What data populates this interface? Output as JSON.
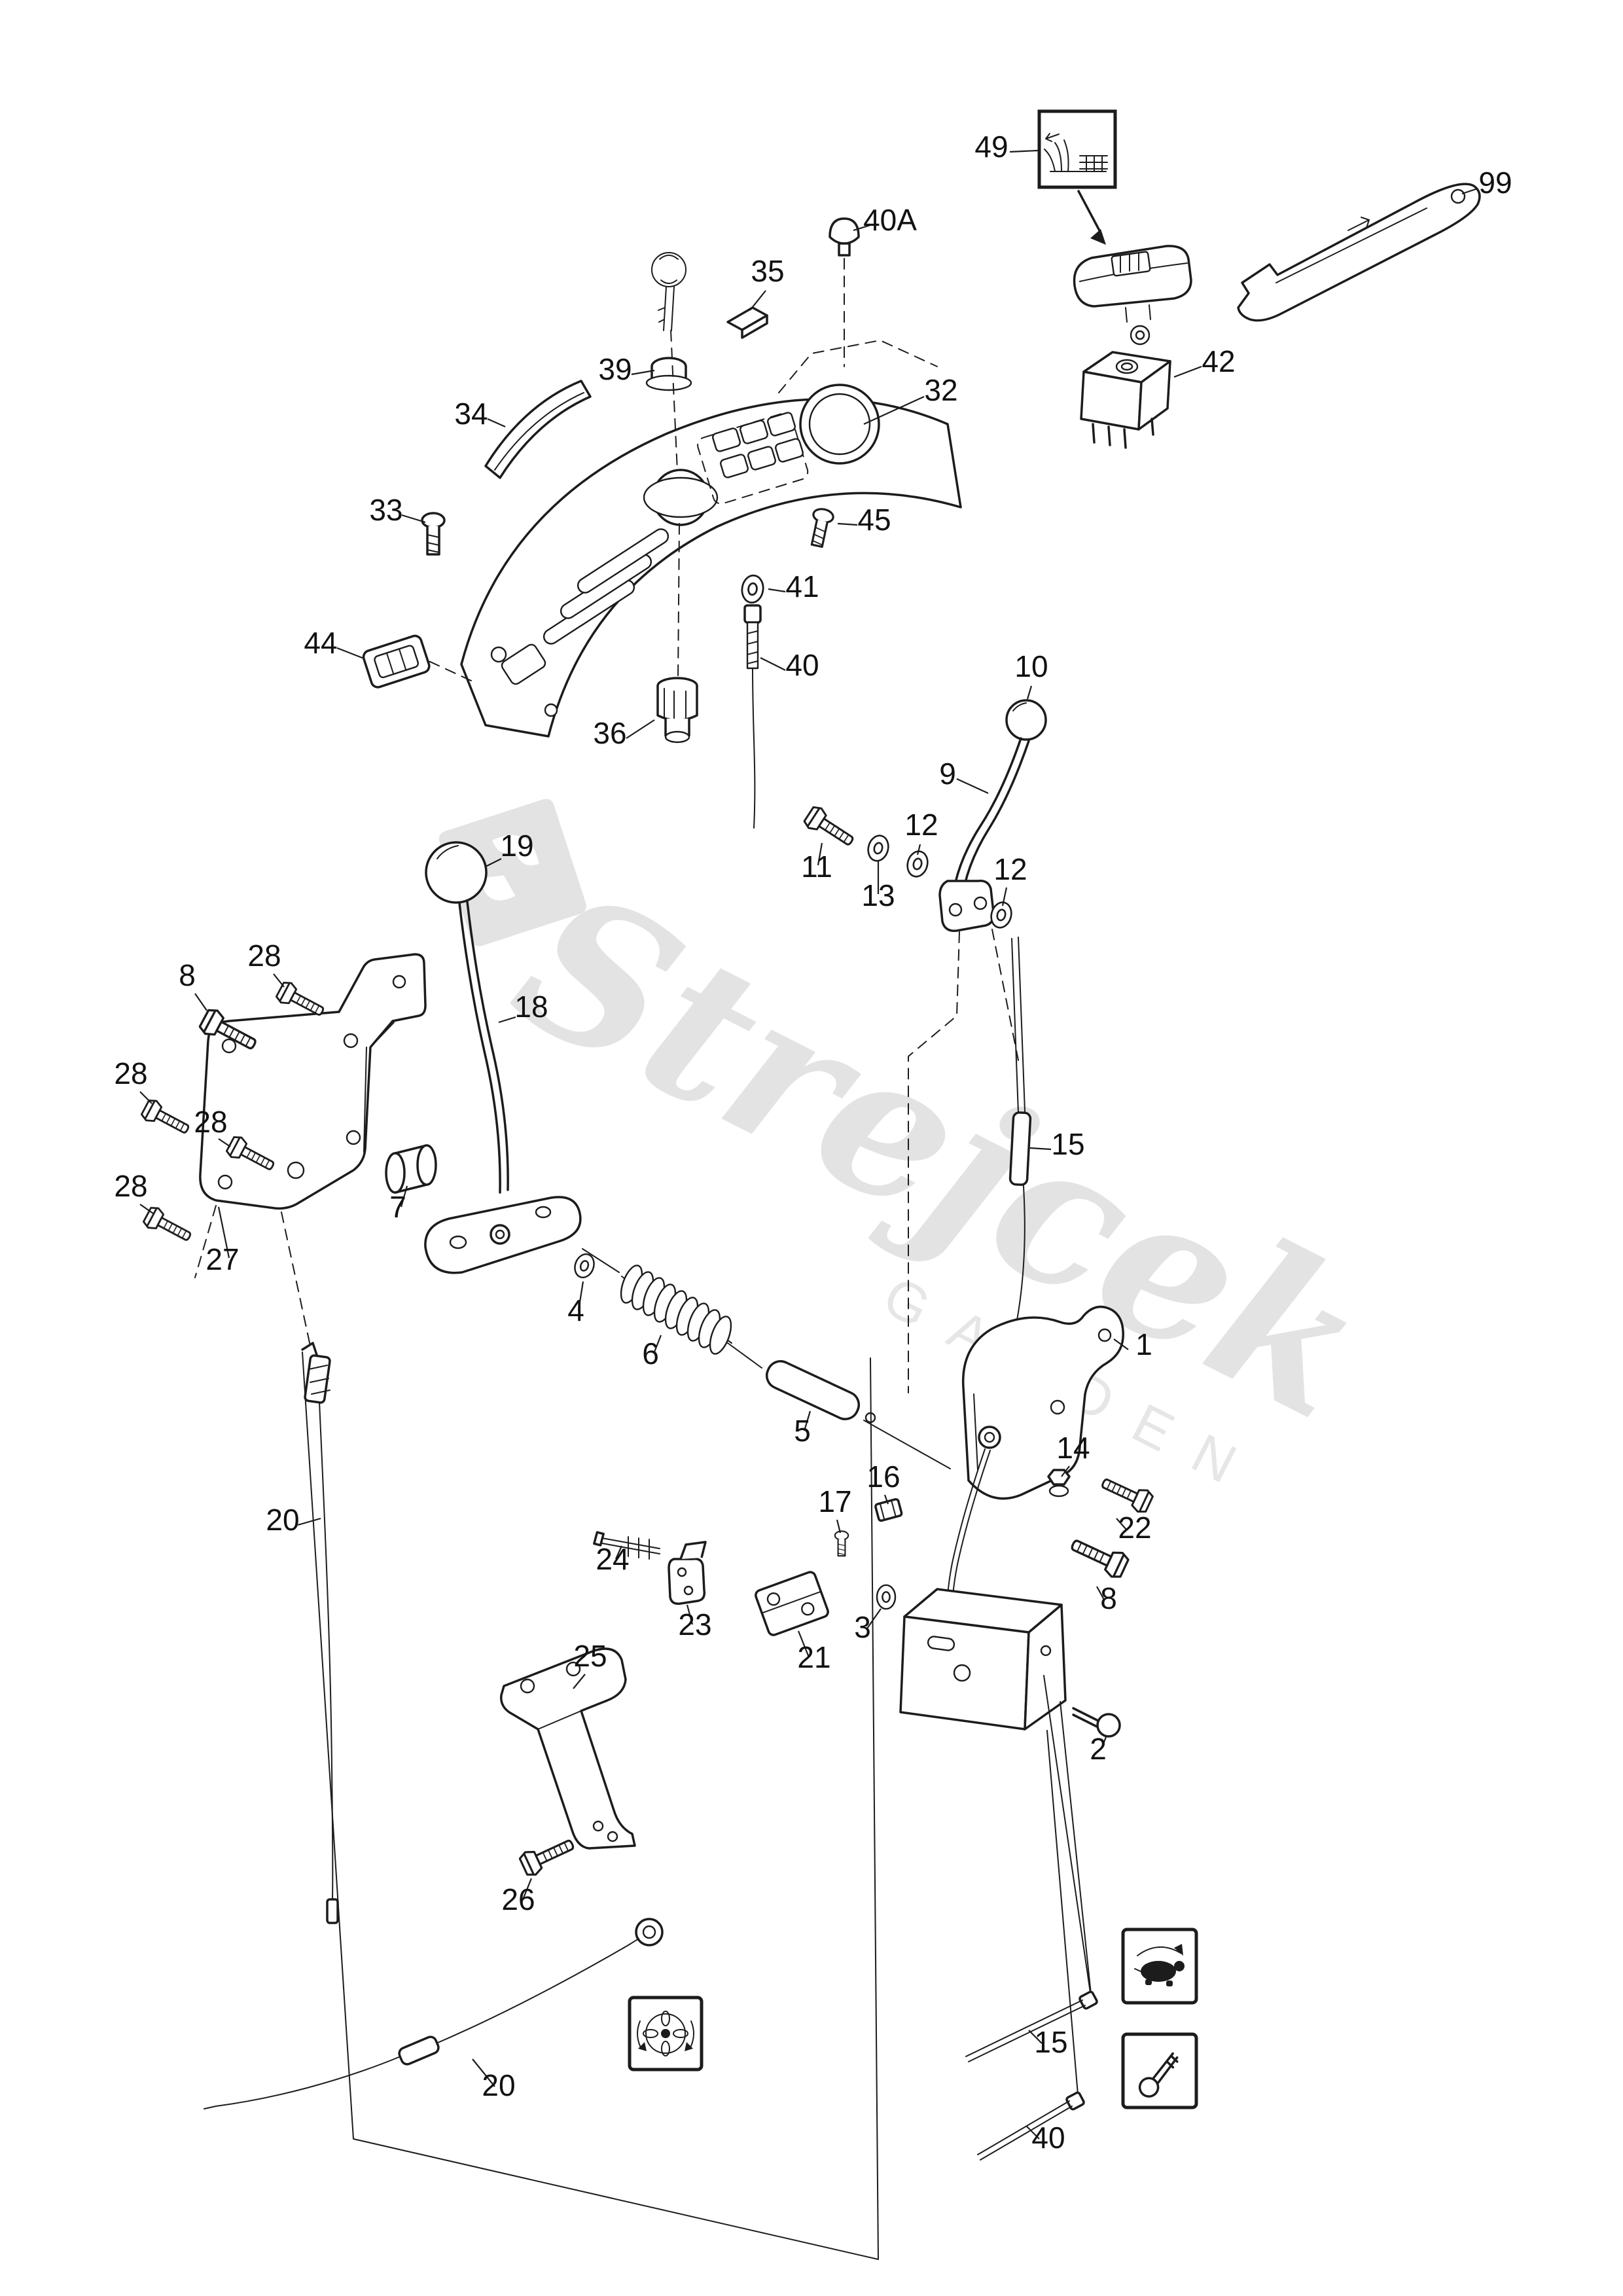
{
  "watermark": {
    "brand": "Strejcek",
    "sub": "GARDEN"
  },
  "icons": {
    "box_top": "harvest-grass-pictogram-icon",
    "box_steering": "steering-wheel-pictogram-icon",
    "box_turtle": "slow-speed-turtle-pictogram-icon",
    "box_key": "ignition-key-pictogram-icon"
  },
  "accent_colors": {
    "line": "#1c1c1c",
    "watermark": "#c6c6c6",
    "background": "#ffffff"
  },
  "callouts": [
    {
      "label": "49"
    },
    {
      "label": "99"
    },
    {
      "label": "40A"
    },
    {
      "label": "35"
    },
    {
      "label": "39"
    },
    {
      "label": "34"
    },
    {
      "label": "32"
    },
    {
      "label": "33"
    },
    {
      "label": "44"
    },
    {
      "label": "42"
    },
    {
      "label": "45"
    },
    {
      "label": "41"
    },
    {
      "label": "40"
    },
    {
      "label": "36"
    },
    {
      "label": "10"
    },
    {
      "label": "9"
    },
    {
      "label": "11"
    },
    {
      "label": "12"
    },
    {
      "label": "13"
    },
    {
      "label": "12"
    },
    {
      "label": "19"
    },
    {
      "label": "8"
    },
    {
      "label": "28"
    },
    {
      "label": "18"
    },
    {
      "label": "28"
    },
    {
      "label": "28"
    },
    {
      "label": "28"
    },
    {
      "label": "15"
    },
    {
      "label": "7"
    },
    {
      "label": "27"
    },
    {
      "label": "4"
    },
    {
      "label": "6"
    },
    {
      "label": "5"
    },
    {
      "label": "1"
    },
    {
      "label": "14"
    },
    {
      "label": "16"
    },
    {
      "label": "17"
    },
    {
      "label": "22"
    },
    {
      "label": "24"
    },
    {
      "label": "8"
    },
    {
      "label": "20"
    },
    {
      "label": "23"
    },
    {
      "label": "3"
    },
    {
      "label": "21"
    },
    {
      "label": "25"
    },
    {
      "label": "2"
    },
    {
      "label": "26"
    },
    {
      "label": "15"
    },
    {
      "label": "40"
    },
    {
      "label": "20"
    }
  ]
}
